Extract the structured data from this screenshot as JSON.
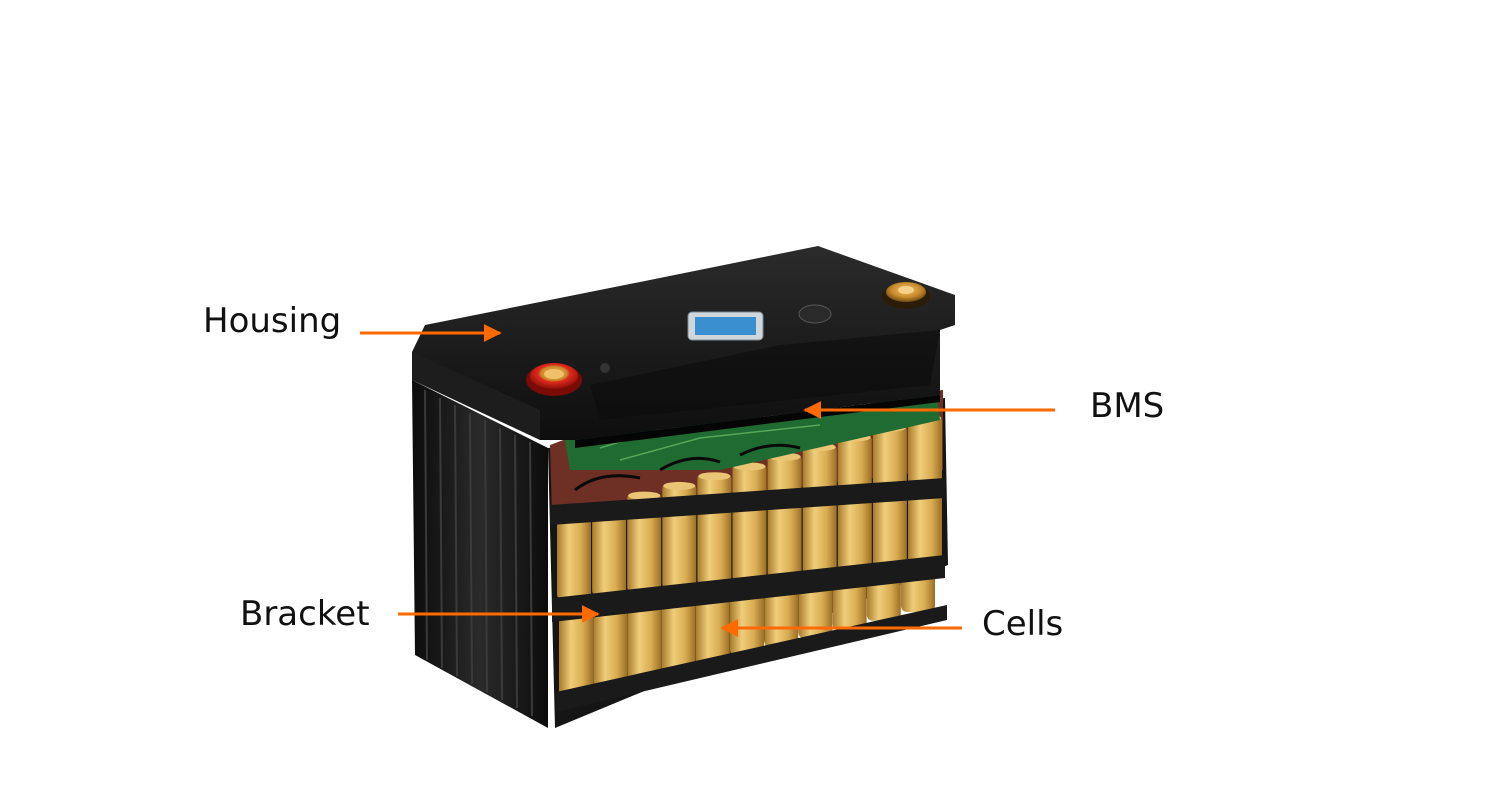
{
  "labels": {
    "housing": "Housing",
    "bms": "BMS",
    "bracket": "Bracket",
    "cells": "Cells"
  },
  "colors": {
    "arrow": "#ff6a00",
    "housing": "#121212",
    "pcb": "#1f6b32",
    "cell": "#d6a94b",
    "bracket": "#1a1a1a",
    "terminal_pos": "#d81e16",
    "terminal_neg": "#d39a3a"
  }
}
